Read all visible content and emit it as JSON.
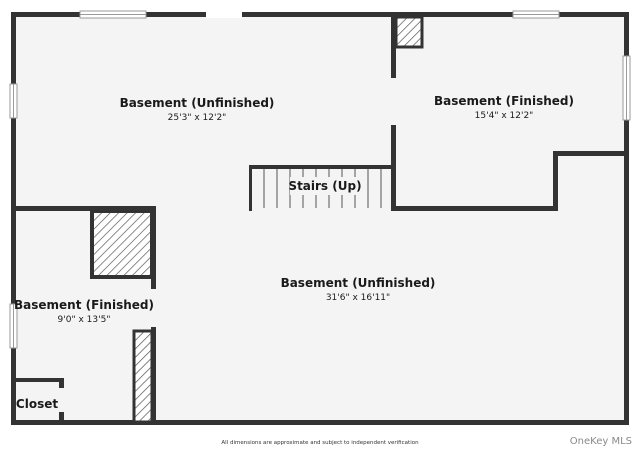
{
  "rooms": [
    {
      "id": "basement-unfinished-north",
      "name": "Basement (Unfinished)",
      "dims": "25'3\" x 12'2\""
    },
    {
      "id": "basement-finished-east",
      "name": "Basement (Finished)",
      "dims": "15'4\" x 12'2\""
    },
    {
      "id": "stairs",
      "name": "Stairs (Up)"
    },
    {
      "id": "basement-unfinished-main",
      "name": "Basement (Unfinished)",
      "dims": "31'6\" x 16'11\""
    },
    {
      "id": "basement-finished-west",
      "name": "Basement (Finished)",
      "dims": "9'0\" x 13'5\""
    },
    {
      "id": "closet",
      "name": "Closet"
    }
  ],
  "footer": {
    "disclaimer": "All dimensions are approximate and subject to independent verification",
    "watermark": "OneKey MLS"
  },
  "colors": {
    "floor": "#f4f4f4",
    "wall": "#333333",
    "window": "#9a9a9a"
  }
}
